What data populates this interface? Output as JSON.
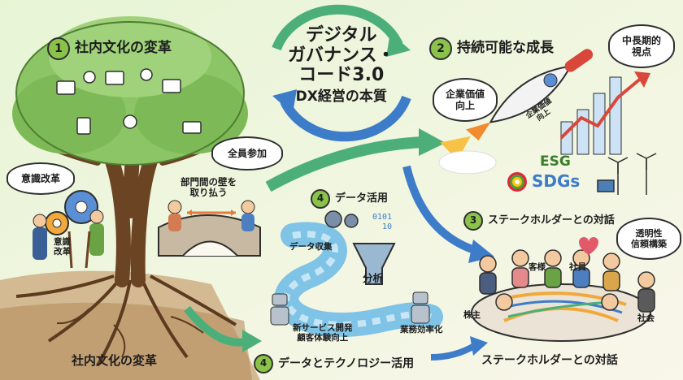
{
  "center": {
    "line1": "デジタル",
    "line2": "ガバナンス・",
    "line3": "コード3.0",
    "line4": "DX経営の本質"
  },
  "sections": {
    "culture": {
      "num": "1",
      "title": "社内文化の変革"
    },
    "growth": {
      "num": "2",
      "title": "持続可能な成長"
    },
    "stakeholder": {
      "num": "3",
      "title": "ステークホルダーとの対話"
    },
    "data": {
      "num": "4",
      "title": "データ活用"
    },
    "datatech": {
      "num": "4",
      "title": "データとテクノロジー活用"
    }
  },
  "labels": {
    "bottom_left": "社内文化の変革",
    "bottom_right": "ステークホルダーとの対話",
    "all_participation": "全員参加",
    "awareness_bubble": "意識改革",
    "awareness_sign_1": "意識",
    "awareness_sign_2": "改革",
    "dept_wall_1": "部門間の壁を",
    "dept_wall_2": "取り払う",
    "corporate_value_1": "企業価値",
    "corporate_value_2": "向上",
    "rocket_text_1": "企業価値",
    "rocket_text_2": "向上",
    "midlong_1": "中長期的",
    "midlong_2": "視点",
    "esg": "ESG",
    "sdgs": "SDGs",
    "transparency_1": "透明性",
    "transparency_2": "信頼構築",
    "data_collect": "データ収集",
    "analysis": "分析",
    "new_service_1": "新サービス開発",
    "new_service_2": "顧客体験向上",
    "efficiency": "業務効率化",
    "shareholder": "株主",
    "customer": "客様",
    "employee": "社員",
    "society": "社会"
  },
  "colors": {
    "accent": "#8bc34a",
    "arrow_green": "#4caf7a",
    "arrow_blue": "#3d7cc9",
    "stream": "#7fc3e6"
  }
}
